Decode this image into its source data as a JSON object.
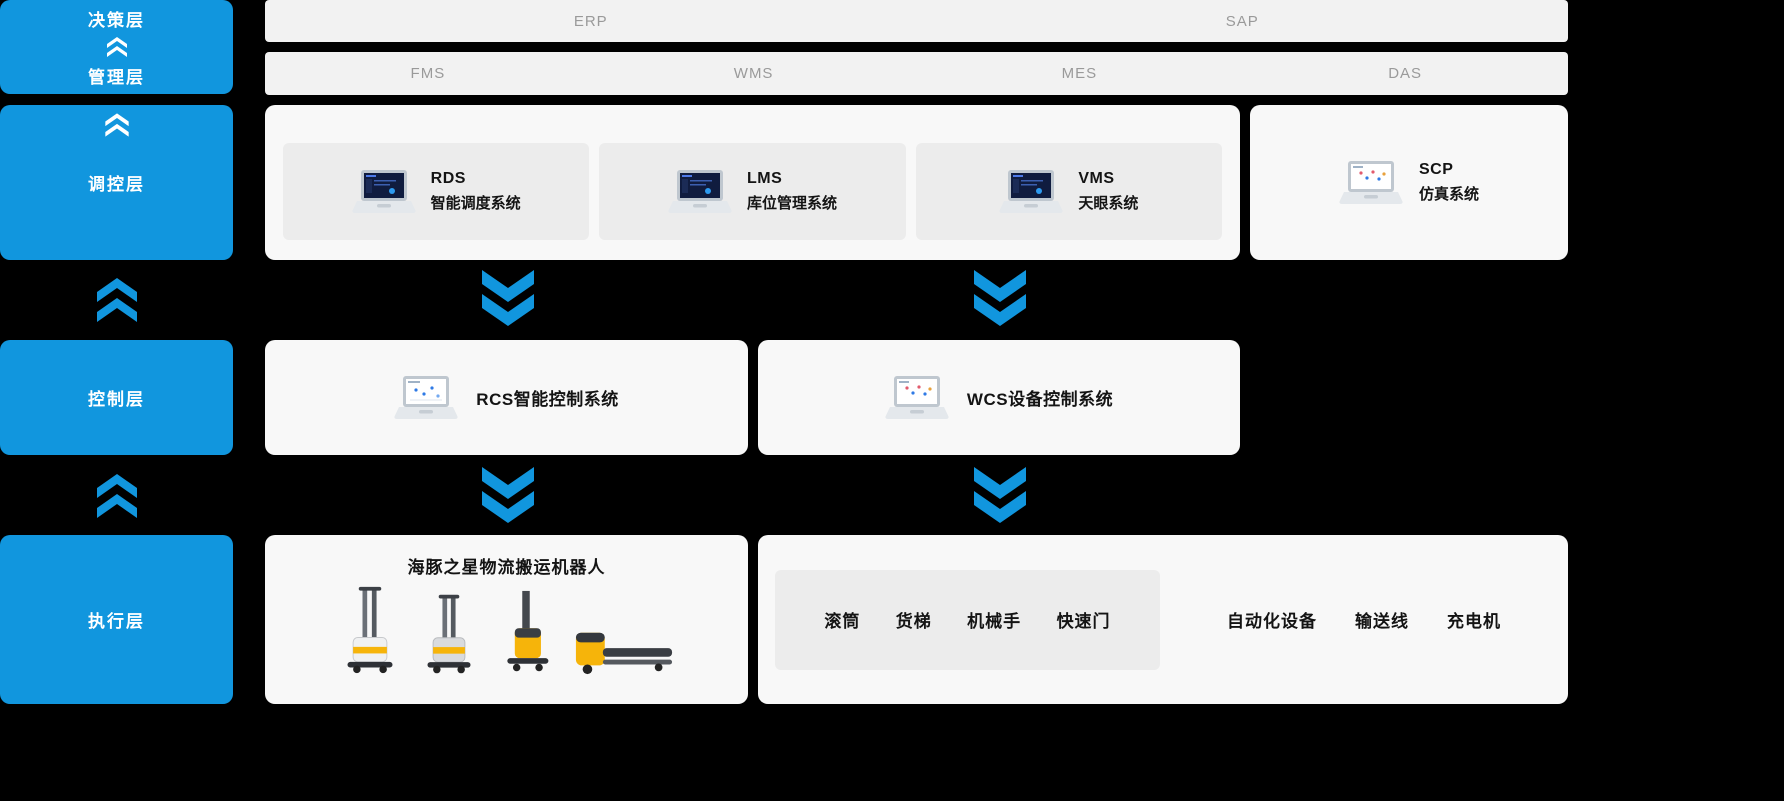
{
  "colors": {
    "accent": "#1196DE",
    "panel": "#F8F8F8",
    "bar": "#F2F2F2",
    "card": "#ECECEC",
    "yellow": "#F6B40A"
  },
  "sidebar": {
    "decision": "决策层",
    "management": "管理层",
    "regulation": "调控层",
    "control": "控制层",
    "execution": "执行层"
  },
  "top_bars": {
    "erp": "ERP",
    "sap": "SAP",
    "fms": "FMS",
    "wms": "WMS",
    "mes": "MES",
    "das": "DAS"
  },
  "regulation_layer": {
    "cards": [
      {
        "code": "RDS",
        "name": "智能调度系统"
      },
      {
        "code": "LMS",
        "name": "库位管理系统"
      },
      {
        "code": "VMS",
        "name": "天眼系统"
      }
    ],
    "scp": {
      "code": "SCP",
      "name": "仿真系统"
    }
  },
  "control_layer": {
    "rcs": "RCS智能控制系统",
    "wcs": "WCS设备控制系统"
  },
  "execution_layer": {
    "robots_title": "海豚之星物流搬运机器人",
    "devices_inner": [
      "滚筒",
      "货梯",
      "机械手",
      "快速门"
    ],
    "devices_outer": [
      "自动化设备",
      "输送线",
      "充电机"
    ]
  }
}
